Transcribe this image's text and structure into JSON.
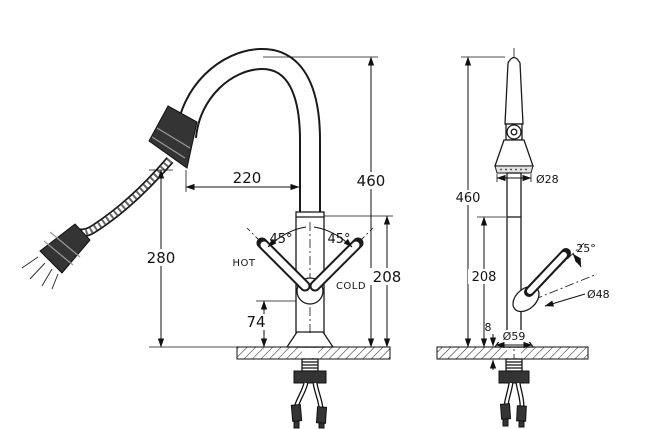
{
  "drawing": {
    "type": "faucet-technical-drawing",
    "front_view": {
      "dim_spout_reach": "220",
      "dim_total_height": "460",
      "dim_spout_height": "280",
      "dim_body_height": "208",
      "dim_handle_height": "74",
      "angle_left": "45°",
      "angle_right": "45°",
      "label_hot": "HOT",
      "label_cold": "COLD"
    },
    "side_view": {
      "dim_total_height": "460",
      "dim_body_height": "208",
      "dim_spray_face_diameter": "Ø28",
      "angle_lever": "25°",
      "dim_handle_diameter": "Ø48",
      "dim_deck_thickness": "8",
      "dim_base_diameter": "Ø59"
    },
    "line_color": "#1a1a1a"
  }
}
